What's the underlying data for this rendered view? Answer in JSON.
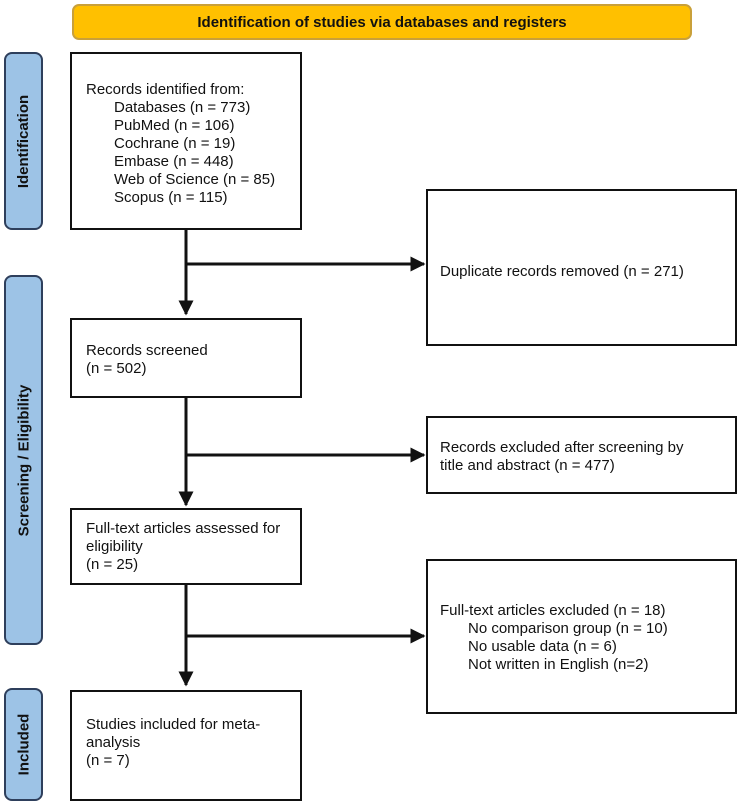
{
  "header": {
    "title": "Identification of studies via databases and registers"
  },
  "phases": {
    "identification": "Identification",
    "screening": "Screening / Eligibility",
    "included": "Included"
  },
  "identified": {
    "title": "Records identified from:",
    "items": [
      "Databases (n = 773)",
      "PubMed (n = 106)",
      "Cochrane (n = 19)",
      "Embase (n = 448)",
      "Web of Science (n = 85)",
      "Scopus (n = 115)"
    ]
  },
  "duplicates": {
    "text": "Duplicate records removed (n = 271)"
  },
  "screened": {
    "line1": "Records screened",
    "line2": "(n = 502)"
  },
  "excluded_screening": {
    "line1": "Records excluded after screening by",
    "line2": "title and abstract (n = 477)"
  },
  "fulltext": {
    "line1": "Full-text articles assessed for",
    "line2": "eligibility",
    "line3": "(n = 25)"
  },
  "excluded_fulltext": {
    "title": "Full-text articles excluded (n = 18)",
    "items": [
      "No comparison group (n = 10)",
      "No usable data (n = 6)",
      "Not written in English (n=2)"
    ]
  },
  "included": {
    "line1": "Studies included for meta-",
    "line2": "analysis",
    "line3": "(n = 7)"
  }
}
